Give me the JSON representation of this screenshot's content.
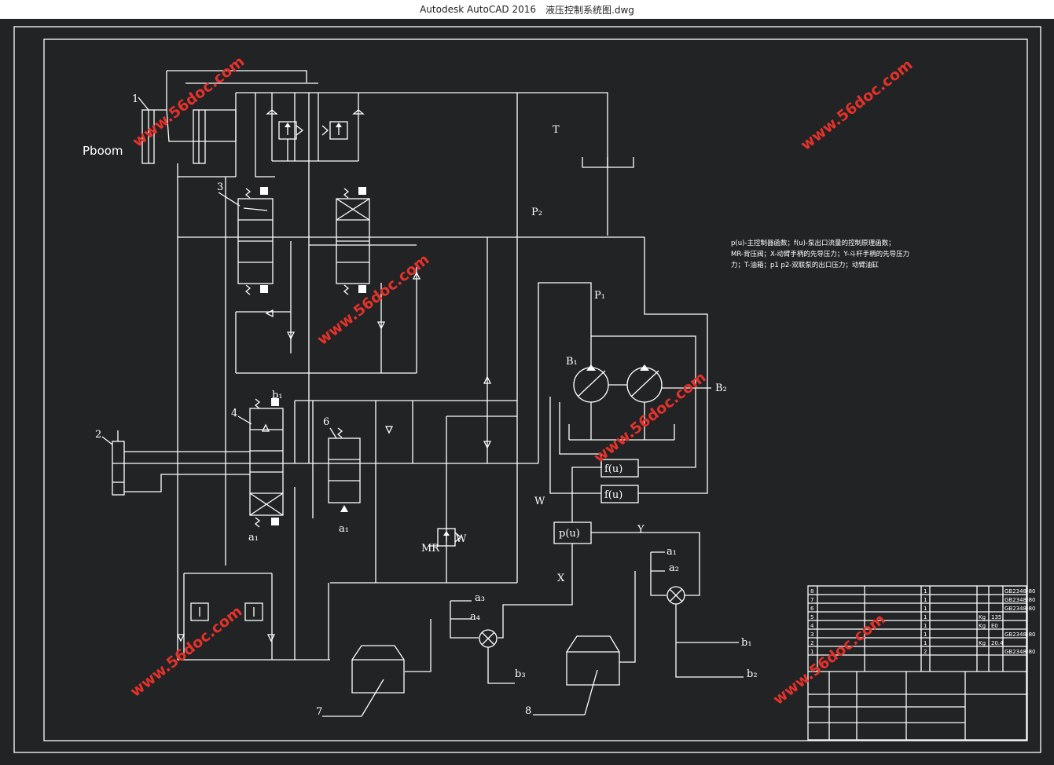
{
  "window": {
    "app_name": "Autodesk AutoCAD 2016",
    "file_name": "液压控制系统图.dwg"
  },
  "labels": {
    "n1": "1",
    "n2": "2",
    "n3": "3",
    "n4": "4",
    "n6": "6",
    "n7": "7",
    "n8": "8",
    "pboom": "Pboom",
    "T": "T",
    "P2": "P₂",
    "P1": "P₁",
    "B1": "B₁",
    "B2": "B₂",
    "b1_top": "b₁",
    "a1_left": "a₁",
    "a1_mid": "a₁",
    "W_right": "W",
    "MR": "MR",
    "W_mr": "W",
    "fu1": "f(u)",
    "fu2": "f(u)",
    "pu": "p(u)",
    "Y": "Y",
    "X": "X",
    "a1_r": "a₁",
    "a2_r": "a₂",
    "a3": "a₃",
    "a4": "a₄",
    "b1_r": "b₁",
    "b2_r": "b₂",
    "b3": "b₃"
  },
  "notes": [
    "p(u)-主控制器函数；f(u)-泵出口流量的控制原理函数；",
    "MR-背压阀；X-动臂手柄的先导压力；Y-斗杆手柄的先导压力",
    "力；T-油箱；p1 p2-双联泵的出口压力；动臂油缸"
  ],
  "title_block": {
    "rows": [
      {
        "no": "8",
        "qty": "1",
        "std": "GB2348-80"
      },
      {
        "no": "7",
        "qty": "1",
        "std": "GB2348-80"
      },
      {
        "no": "6",
        "qty": "1",
        "std": "GB2348-80"
      },
      {
        "no": "5",
        "qty": "1",
        "unit": "Kg",
        "val": "135"
      },
      {
        "no": "4",
        "qty": "1",
        "unit": "Kg",
        "val": "E0"
      },
      {
        "no": "3",
        "qty": "1",
        "std": "GB2348-80"
      },
      {
        "no": "2",
        "qty": "1",
        "unit": "Kg",
        "val": "20.4"
      },
      {
        "no": "1",
        "qty": "2",
        "std": "GB2348-80"
      }
    ]
  },
  "watermark": "www.56doc.com"
}
